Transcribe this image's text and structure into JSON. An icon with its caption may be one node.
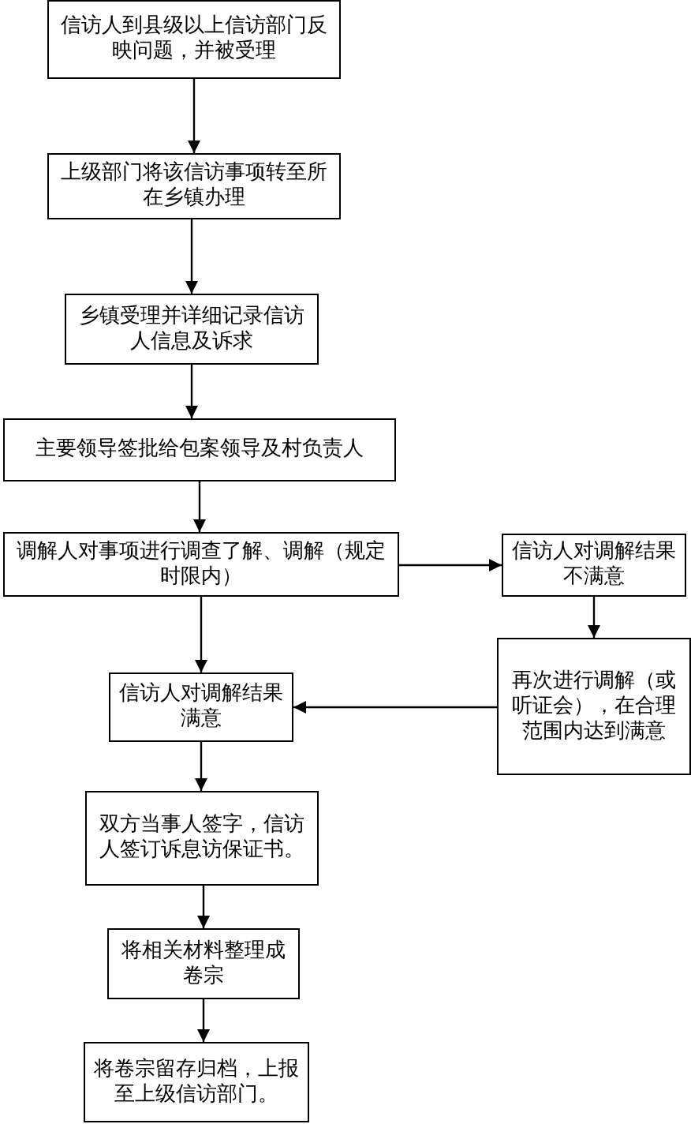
{
  "diagram": {
    "nodes": [
      {
        "text": [
          "信访人到县级以上信访部门反映问题，并被受理"
        ]
      },
      {
        "text": [
          "上级部门将该信访事项转至所在乡镇办理"
        ]
      },
      {
        "text": [
          "乡镇受理并详细记录信访人信息及诉求"
        ]
      },
      {
        "text": [
          "主要领导签批给包案领导及村负责人"
        ]
      },
      {
        "text": [
          "调解人对事项进行调查了解、调解（规定时限内）"
        ]
      },
      {
        "text": [
          "信访人对调解结果不满意"
        ]
      },
      {
        "text": [
          "再次进行调解（或听证会），在合理范围内达到满意"
        ]
      },
      {
        "text": [
          "信访人对调解结果满意"
        ]
      },
      {
        "text": [
          "双方当事人签字，信访人签订诉息访保证书。"
        ]
      },
      {
        "text": [
          "将相关材料整理成卷宗"
        ]
      },
      {
        "text": [
          "将卷宗留存归档，上报至上级信访部门。"
        ]
      }
    ],
    "edges": [
      {
        "from": 0,
        "to": 1,
        "arrow": "to"
      },
      {
        "from": 1,
        "to": 2,
        "arrow": "to"
      },
      {
        "from": 2,
        "to": 3,
        "arrow": "to"
      },
      {
        "from": 3,
        "to": 4,
        "arrow": "to"
      },
      {
        "from": 4,
        "to": 5,
        "arrow": "to"
      },
      {
        "from": 4,
        "to": 7,
        "arrow": "to"
      },
      {
        "from": 5,
        "to": 6,
        "arrow": "to"
      },
      {
        "from": 6,
        "to": 7,
        "arrow": "to"
      },
      {
        "from": 7,
        "to": 8,
        "arrow": "to"
      },
      {
        "from": 8,
        "to": 9,
        "arrow": "to"
      },
      {
        "from": 9,
        "to": 10,
        "arrow": "to"
      }
    ]
  }
}
